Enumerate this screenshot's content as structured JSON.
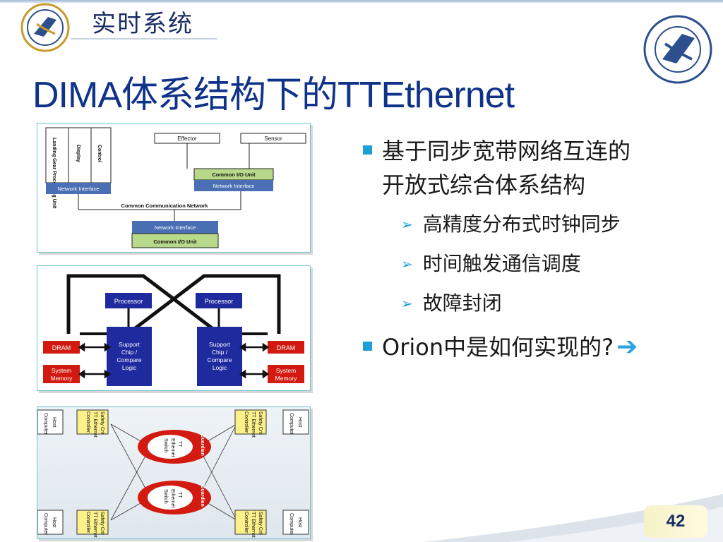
{
  "header": {
    "section_title": "实时系统"
  },
  "slide": {
    "title": "DIMA体系结构下的TTEthernet",
    "page_number": "42"
  },
  "bullets": [
    {
      "text_line1": "基于同步宽带网络互连的",
      "text_line2": "开放式综合体系结构",
      "sub": [
        "高精度分布式时钟同步",
        "时间触发通信调度",
        "故障封闭"
      ]
    },
    {
      "text": "Orion中是如何实现的?"
    }
  ],
  "diagram1": {
    "apps": [
      "Landing Gear Processing Unit",
      "Display",
      "Control"
    ],
    "left_ni": "Network Interface",
    "effector": "Effector",
    "sensor": "Sensor",
    "common_io_top": "Common I/O Unit",
    "right_ni": "Network Interface",
    "network": "Common Communication Network",
    "bottom_ni": "Network Interface",
    "bottom_io": "Common I/O Unit"
  },
  "diagram2": {
    "processor_left": "Processor",
    "processor_right": "Processor",
    "support_left": [
      "Support",
      "Chip /",
      "Compare",
      "Logic"
    ],
    "support_right": [
      "Support",
      "Chip /",
      "Compare",
      "Logic"
    ],
    "dram": "DRAM",
    "system_memory": [
      "System",
      "Memory"
    ]
  },
  "diagram3": {
    "host": [
      "Host",
      "Computer"
    ],
    "controller": [
      "Safety Crit",
      "TT Ethernet",
      "Controller"
    ],
    "switch": [
      "TT",
      "Ethernet",
      "Switch"
    ],
    "guardian": "Guardian"
  },
  "colors": {
    "title": "#10338a",
    "accent": "#1e9fd8",
    "panel_border": "#6fc3cc",
    "blue_box": "#1e2a9e",
    "red_box": "#d31a10",
    "green_box": "#b9d98a",
    "ni_blue": "#4a6fb4"
  }
}
